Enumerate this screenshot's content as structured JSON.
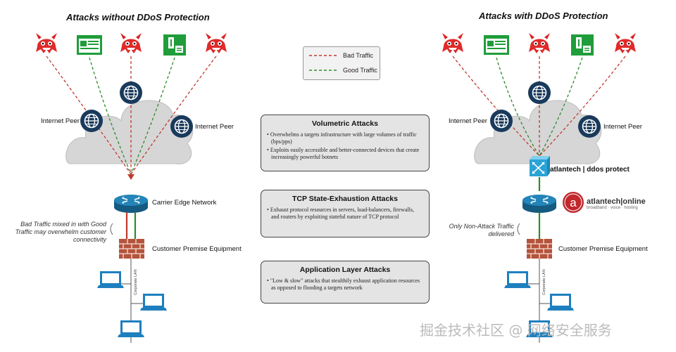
{
  "left_panel": {
    "title": "Attacks without DDoS Protection",
    "internet_peer_left": "Internet Peer",
    "internet_peer_right": "Internet Peer",
    "carrier_edge": "Carrier Edge Network",
    "note": "Bad Traffic mixed in with Good Traffic may overwhelm customer connectivity",
    "cpe": "Customer Premise Equipment",
    "lan_label": "Corporate LAN"
  },
  "right_panel": {
    "title": "Attacks with DDoS Protection",
    "internet_peer_left": "Internet Peer",
    "internet_peer_right": "Internet Peer",
    "protect_label": "atlantech | ddos protect",
    "online_brand": "atlantech|online",
    "online_tagline": "broadband · voice · hosting",
    "note": "Only Non-Attack Traffic delivered",
    "cpe": "Customer Premise Equipment",
    "lan_label": "Corporate LAN"
  },
  "legend": {
    "bad": "Bad Traffic",
    "good": "Good Traffic"
  },
  "attack_types": [
    {
      "title": "Volumetric Attacks",
      "bullets": [
        "Overwhelms a targets infrastructure with large volumes of traffic (bps/pps)",
        "Exploits easily accessible and better-connected devices that create increasingly powerful botnets"
      ]
    },
    {
      "title": "TCP State-Exhaustion Attacks",
      "bullets": [
        "Exhaust protocol resources in servers, load-balancers, firewalls, and routers by exploiting stateful nature of TCP protocol"
      ]
    },
    {
      "title": "Application Layer Attacks",
      "bullets": [
        "\"Low & slow\" attacks that stealthily exhaust application resources as opposed to flooding a targets network"
      ]
    }
  ],
  "colors": {
    "bad": "#c0392b",
    "good": "#2e8b2e",
    "globe": "#1a3a5c",
    "router": "#1b6e99",
    "brick": "#b5533c",
    "monitor": "#1e7fbf",
    "protect": "#2aa3d6",
    "brand": "#c0282d"
  },
  "watermark": "掘金技术社区 @ 网络安全服务"
}
